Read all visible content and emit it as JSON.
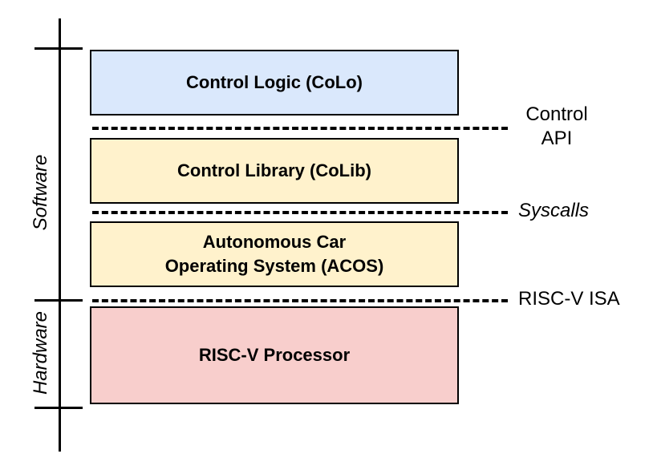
{
  "colors": {
    "control_logic_fill": "#dae8fc",
    "control_library_fill": "#fff2cc",
    "acos_fill": "#fff2cc",
    "processor_fill": "#f8cecc",
    "stroke": "#000000"
  },
  "side_labels": {
    "software": "Software",
    "hardware": "Hardware"
  },
  "layers": [
    {
      "lines": [
        "Control Logic (CoLo)"
      ]
    },
    {
      "lines": [
        "Control Library (CoLib)"
      ]
    },
    {
      "lines": [
        "Autonomous Car",
        "Operating System (ACOS)"
      ]
    },
    {
      "lines": [
        "RISC-V Processor"
      ]
    }
  ],
  "interfaces": {
    "control_api": [
      "Control",
      "API"
    ],
    "syscalls": "Syscalls",
    "isa": "RISC-V ISA"
  }
}
